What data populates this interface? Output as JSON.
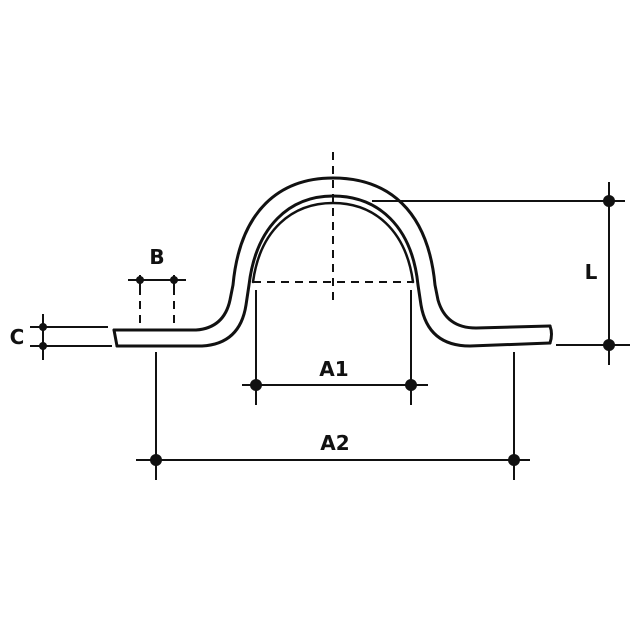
{
  "diagram": {
    "labels": {
      "a1": "A1",
      "a2": "A2",
      "b": "B",
      "c": "C",
      "l": "L"
    },
    "colors": {
      "ink": "#111111",
      "background": "#ffffff"
    }
  }
}
